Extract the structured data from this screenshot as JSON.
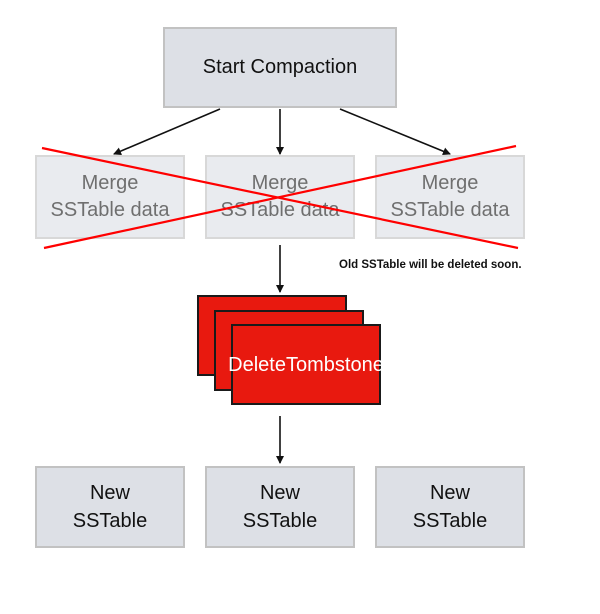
{
  "diagram": {
    "start_node": "Start Compaction",
    "merge_nodes": [
      {
        "line1": "Merge",
        "line2": "SSTable data"
      },
      {
        "line1": "Merge",
        "line2": "SSTable data"
      },
      {
        "line1": "Merge",
        "line2": "SSTable data"
      }
    ],
    "merge_status": "crossed-out",
    "note": "Old SSTable will be deleted soon.",
    "delete_node": {
      "line1": "Delete",
      "line2": "Tombstone",
      "stack_count": 3
    },
    "new_nodes": [
      {
        "line1": "New",
        "line2": "SSTable"
      },
      {
        "line1": "New",
        "line2": "SSTable"
      },
      {
        "line1": "New",
        "line2": "SSTable"
      }
    ],
    "colors": {
      "node_fill": "#dde0e6",
      "node_border": "#c2c2c2",
      "delete_fill": "#e8190f",
      "cross_line": "#ff0000",
      "arrow": "#111111"
    }
  }
}
